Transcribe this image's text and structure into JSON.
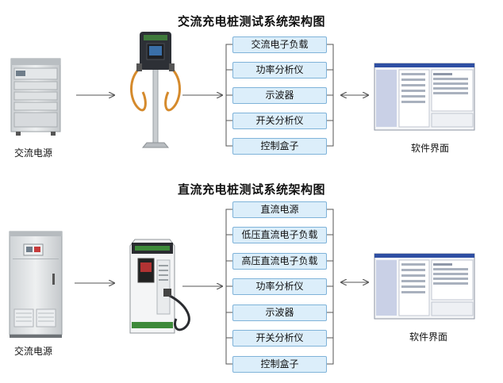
{
  "top": {
    "title": "交流充电桩测试系统架构图",
    "source_label": "交流电源",
    "instruments": [
      "交流电子负载",
      "功率分析仪",
      "示波器",
      "开关分析仪",
      "控制盒子"
    ],
    "software_label": "软件界面"
  },
  "bottom": {
    "title": "直流充电桩测试系统架构图",
    "source_label": "交流电源",
    "instruments": [
      "直流电源",
      "低压直流电子负载",
      "高压直流电子负载",
      "功率分析仪",
      "示波器",
      "开关分析仪",
      "控制盒子"
    ],
    "software_label": "软件界面"
  },
  "colors": {
    "box_fill": "#dceefa",
    "box_border": "#7fb3d9",
    "line": "#555555",
    "window_title": "#2f4fa3"
  }
}
